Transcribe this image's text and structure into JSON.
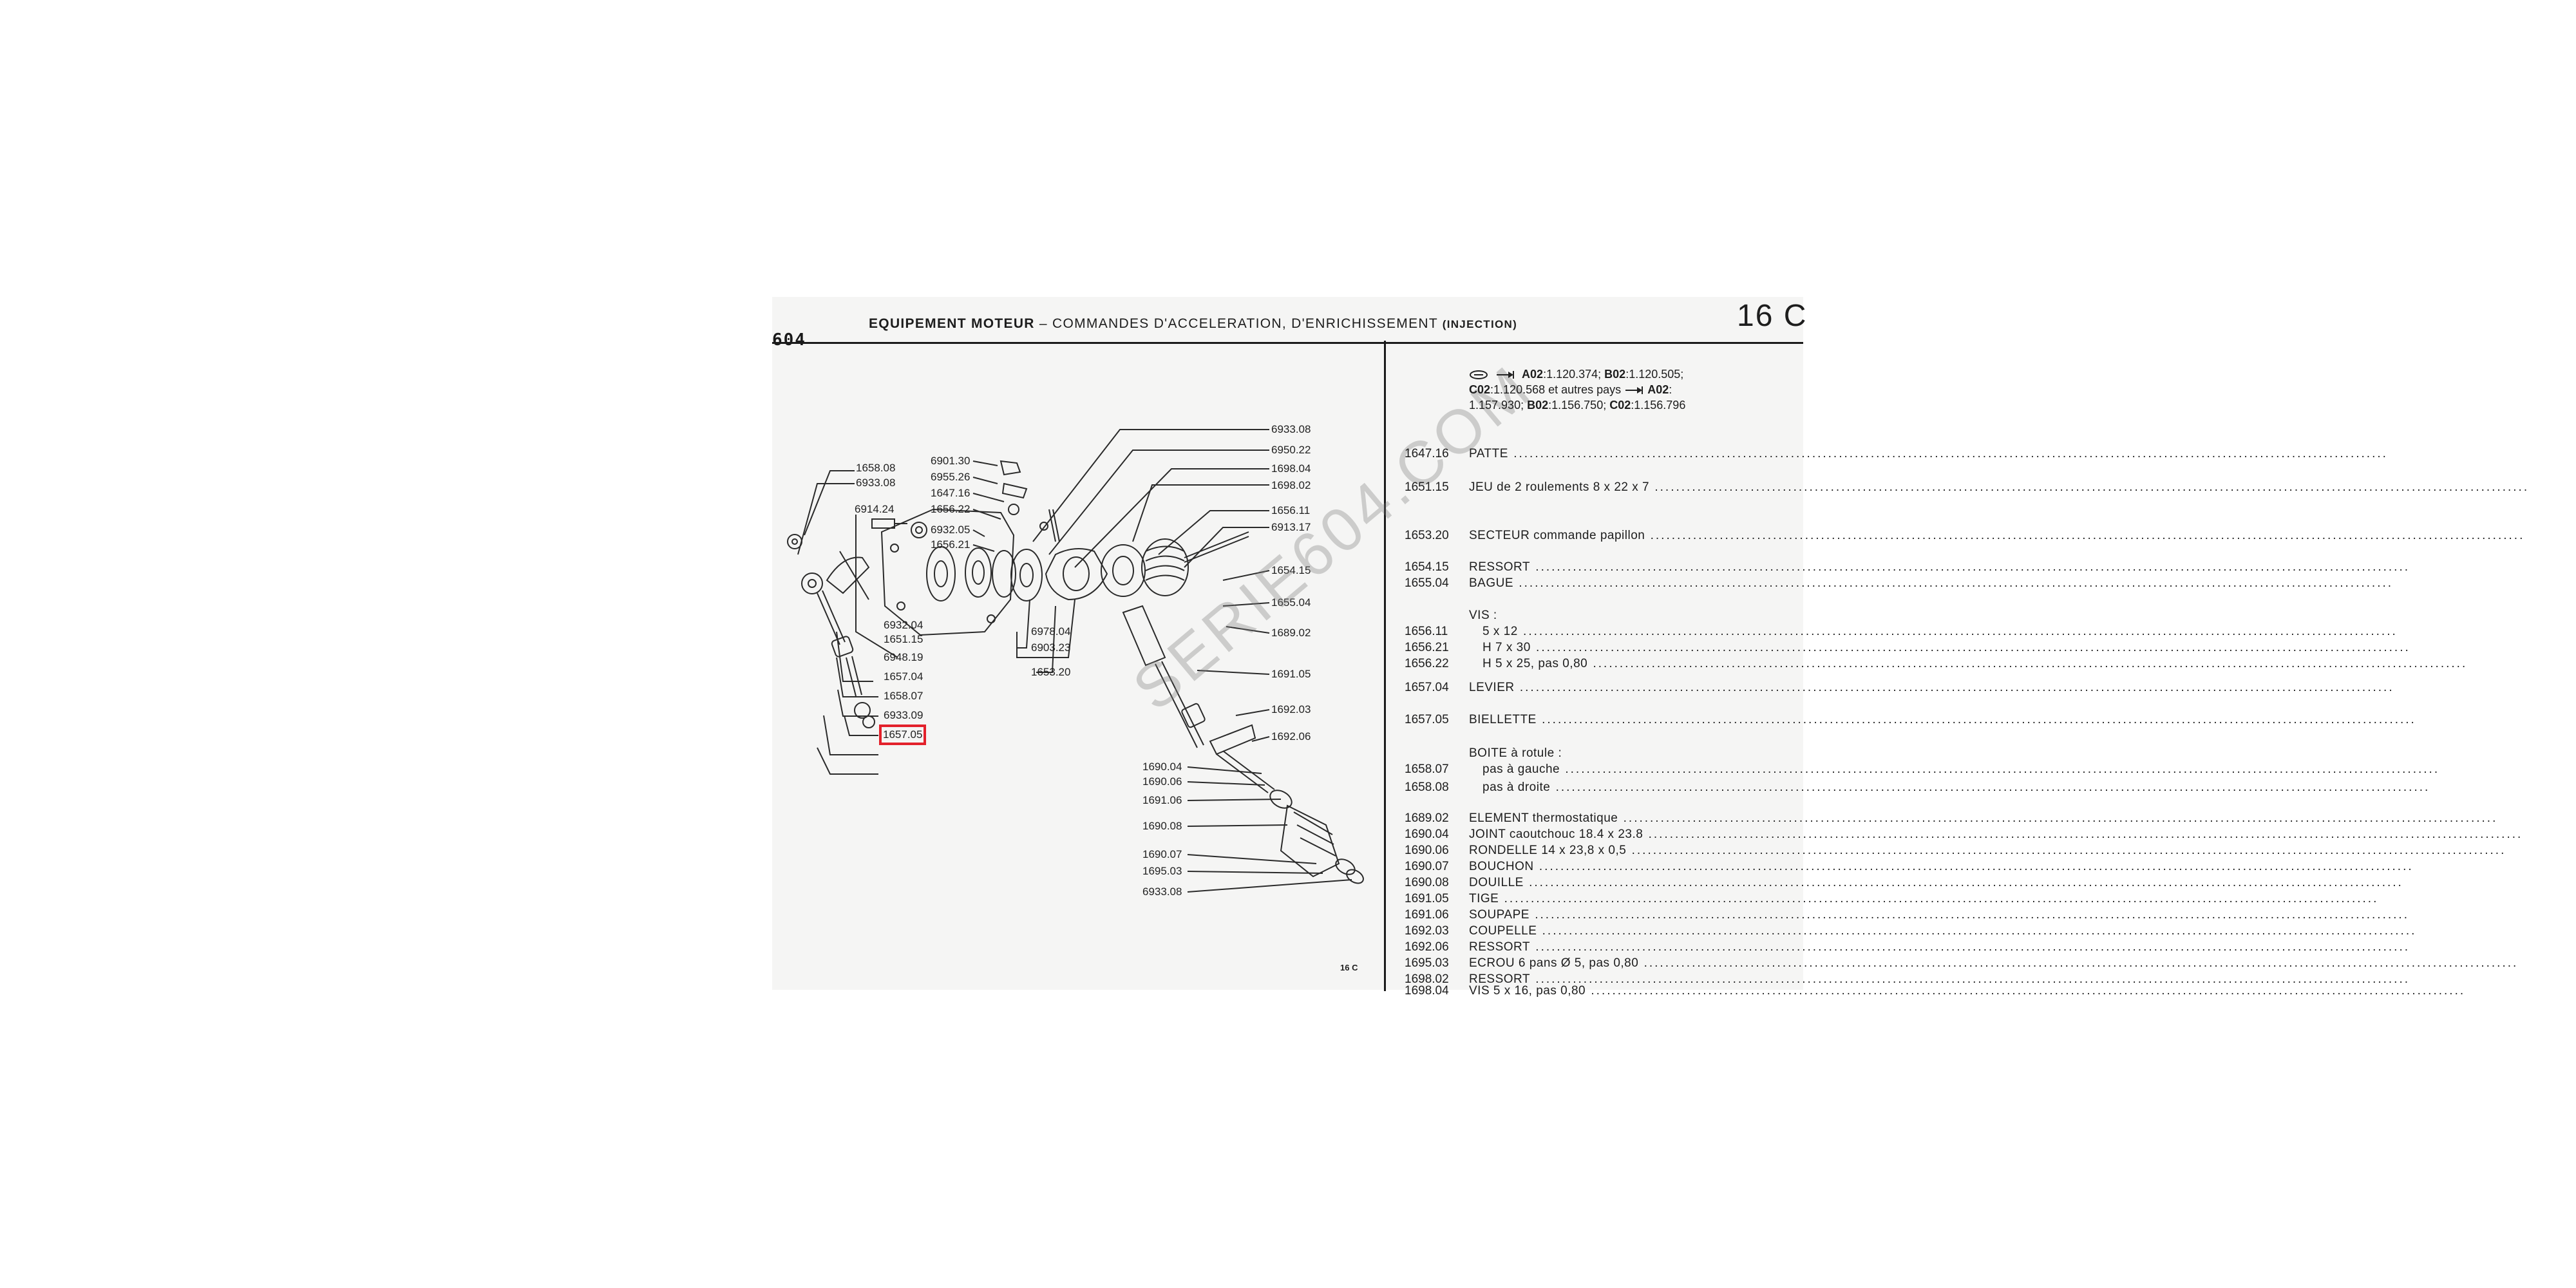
{
  "header": {
    "model": "604",
    "title_bold": "EQUIPEMENT MOTEUR",
    "title_rest": "– COMMANDES D'ACCELERATION, D'ENRICHISSEMENT",
    "title_suffix": "(INJECTION)",
    "page_code": "16 C"
  },
  "watermark": "SERIE604.COM",
  "diagram": {
    "footer_code": "16 C",
    "highlighted_ref": "1657.05",
    "labels": {
      "l1658_08": "1658.08",
      "l6933_08a": "6933.08",
      "l6914_24": "6914.24",
      "l6901_30": "6901.30",
      "l6955_26": "6955.26",
      "l1647_16": "1647.16",
      "l1656_22": "1656.22",
      "l6932_05": "6932.05",
      "l1656_21": "1656.21",
      "l6932_04": "6932.04",
      "l1651_15": "1651.15",
      "l6948_19": "6948.19",
      "l1657_04": "1657.04",
      "l1658_07": "1658.07",
      "l6933_09": "6933.09",
      "l1657_05": "1657.05",
      "l6978_04": "6978.04",
      "l6903_23": "6903.23",
      "l1653_20": "1653.20",
      "l6933_08b": "6933.08",
      "l6950_22": "6950.22",
      "l1698_04": "1698.04",
      "l1698_02": "1698.02",
      "l1656_11": "1656.11",
      "l6913_17": "6913.17",
      "l1654_15": "1654.15",
      "l1655_04": "1655.04",
      "l1689_02": "1689.02",
      "l1691_05": "1691.05",
      "l1692_03": "1692.03",
      "l1692_06": "1692.06",
      "l1690_04": "1690.04",
      "l1690_06": "1690.06",
      "l1691_06": "1691.06",
      "l1690_08": "1690.08",
      "l1690_07": "1690.07",
      "l1695_03": "1695.03",
      "l6933_08c": "6933.08"
    }
  },
  "applicability": {
    "line1_a": "A02",
    "line1_b": ":1.120.374; ",
    "line1_c": "B02",
    "line1_d": ":1.120.505;",
    "line2_a": "C02",
    "line2_b": ":1.120.568 et autres pays",
    "line2_c": "A02",
    "line2_d": ":",
    "line3_a": "1.157.930; ",
    "line3_b": "B02",
    "line3_c": ":1.156.750; ",
    "line3_d": "C02",
    "line3_e": ":1.156.796"
  },
  "parts": [
    {
      "ref": "1647.16",
      "desc": "PATTE"
    },
    {
      "ref": "1651.15",
      "desc": "JEU de 2 roulements 8 x 22 x 7"
    },
    {
      "ref": "1653.20",
      "desc": "SECTEUR commande papillon"
    },
    {
      "ref": "1654.15",
      "desc": "RESSORT"
    },
    {
      "ref": "1655.04",
      "desc": "BAGUE"
    },
    {
      "ref": "",
      "desc": "VIS :"
    },
    {
      "ref": "1656.11",
      "desc": "5 x 12"
    },
    {
      "ref": "1656.21",
      "desc": "H 7 x 30"
    },
    {
      "ref": "1656.22",
      "desc": "H 5 x 25, pas 0,80"
    },
    {
      "ref": "1657.04",
      "desc": "LEVIER"
    },
    {
      "ref": "1657.05",
      "desc": "BIELLETTE"
    },
    {
      "ref": "",
      "desc": "BOITE à rotule :"
    },
    {
      "ref": "1658.07",
      "desc": "pas à gauche"
    },
    {
      "ref": "1658.08",
      "desc": "pas à droite"
    },
    {
      "ref": "1689.02",
      "desc": "ELEMENT thermostatique"
    },
    {
      "ref": "1690.04",
      "desc": "JOINT caoutchouc 18.4 x 23.8"
    },
    {
      "ref": "1690.06",
      "desc": "RONDELLE 14 x 23,8 x 0,5"
    },
    {
      "ref": "1690.07",
      "desc": "BOUCHON"
    },
    {
      "ref": "1690.08",
      "desc": "DOUILLE"
    },
    {
      "ref": "1691.05",
      "desc": "TIGE"
    },
    {
      "ref": "1691.06",
      "desc": "SOUPAPE"
    },
    {
      "ref": "1692.03",
      "desc": "COUPELLE"
    },
    {
      "ref": "1692.06",
      "desc": "RESSORT"
    },
    {
      "ref": "1695.03",
      "desc": "ECROU 6 pans  Ø 5, pas 0,80"
    },
    {
      "ref": "1698.02",
      "desc": "RESSORT"
    },
    {
      "ref": "1698.04",
      "desc": "VIS  5 x 16, pas 0,80"
    }
  ]
}
